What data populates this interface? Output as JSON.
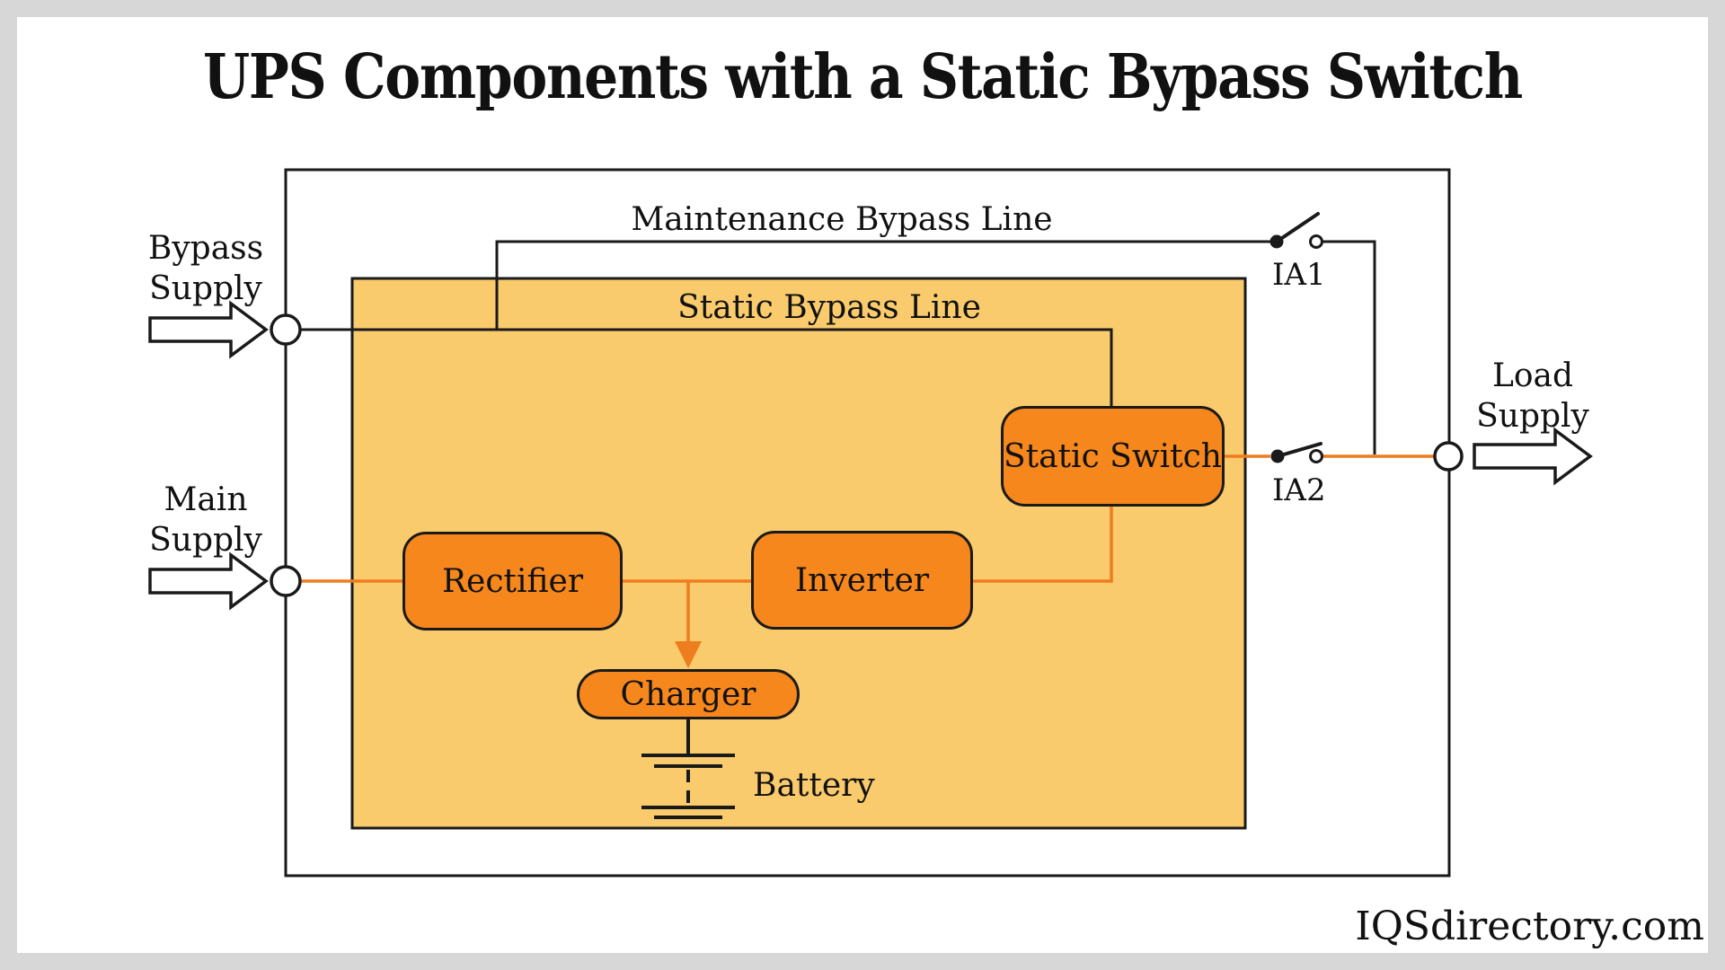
{
  "title": "UPS Components with a Static Bypass Switch",
  "watermark": "IQSdirectory.com",
  "lines": {
    "maintenance_bypass": "Maintenance Bypass Line",
    "static_bypass": "Static Bypass Line"
  },
  "supplies": {
    "bypass": "Bypass Supply",
    "main": "Main Supply",
    "load": "Load Supply"
  },
  "switches": {
    "ia1": "IA1",
    "ia2": "IA2"
  },
  "components": {
    "static_switch": "Static Switch",
    "rectifier": "Rectifier",
    "inverter": "Inverter",
    "charger": "Charger",
    "battery": "Battery"
  },
  "colors": {
    "frame_gray": "#D7D7D7",
    "canvas_white": "#FFFFFF",
    "enclosure_fill": "#FACB6C",
    "component_fill": "#F6871D",
    "wire_orange": "#EE7D1F",
    "wire_black": "#1A1A1A",
    "text_black": "#111111"
  }
}
